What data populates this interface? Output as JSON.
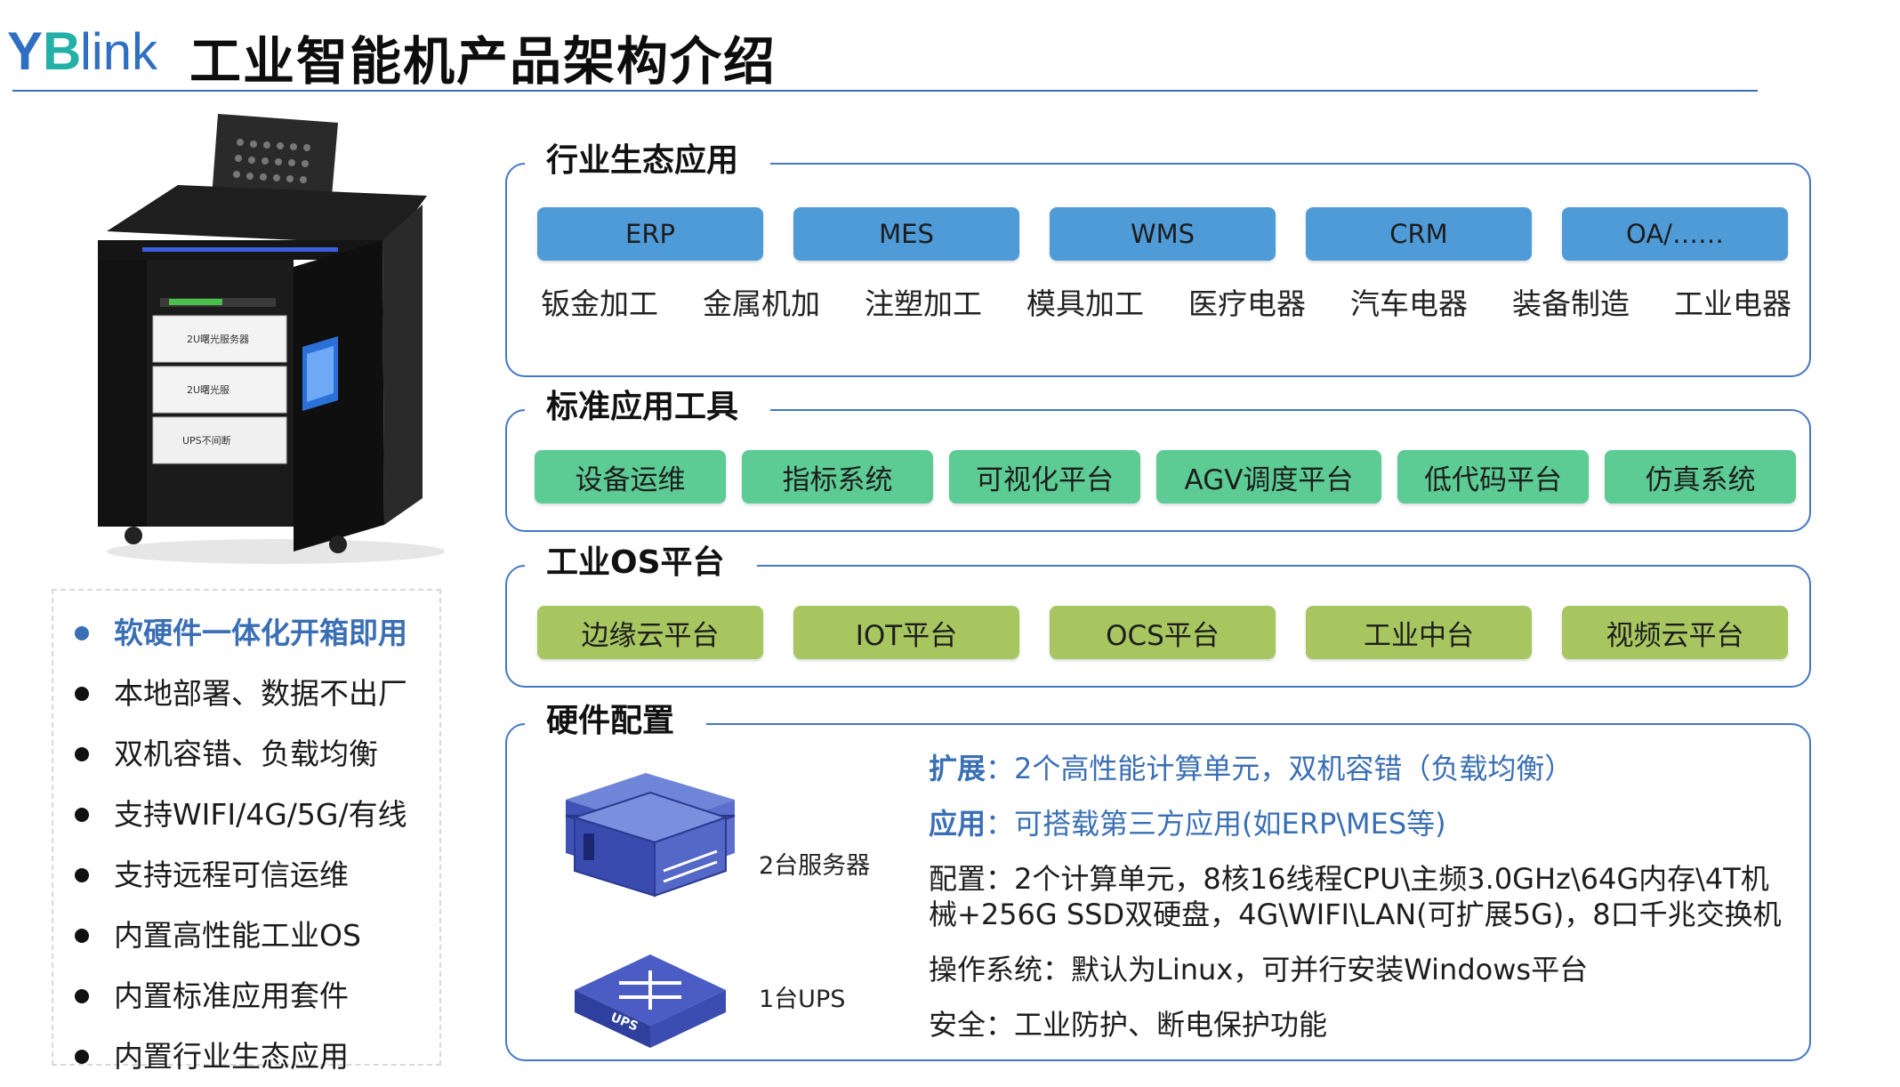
{
  "header": {
    "logo_text": "YBlink",
    "title": "工业智能机产品架构介绍"
  },
  "features": [
    "软硬件一体化开箱即用",
    "本地部署、数据不出厂",
    "双机容错、负载均衡",
    "支持WIFI/4G/5G/有线",
    "支持远程可信运维",
    "内置高性能工业OS",
    "内置标准应用套件",
    "内置行业生态应用"
  ],
  "product_labels": [
    "2U曙光服务器",
    "2U曙光服",
    "UPS不间断"
  ],
  "sections": {
    "industry": {
      "title": "行业生态应用",
      "apps": [
        "ERP",
        "MES",
        "WMS",
        "CRM",
        "OA/……"
      ],
      "industries": [
        "钣金加工",
        "金属机加",
        "注塑加工",
        "模具加工",
        "医疗电器",
        "汽车电器",
        "装备制造",
        "工业电器"
      ]
    },
    "tools": {
      "title": "标准应用工具",
      "items": [
        "设备运维",
        "指标系统",
        "可视化平台",
        "AGV调度平台",
        "低代码平台",
        "仿真系统"
      ]
    },
    "os": {
      "title": "工业OS平台",
      "items": [
        "边缘云平台",
        "IOT平台",
        "OCS平台",
        "工业中台",
        "视频云平台"
      ]
    },
    "hardware": {
      "title": "硬件配置",
      "server_label": "2台服务器",
      "ups_label": "1台UPS",
      "ups_icon_text": "UPS",
      "expand_key": "扩展",
      "expand_value": "：2个高性能计算单元，双机容错（负载均衡）",
      "apply_key": "应用",
      "apply_value": "：可搭载第三方应用(如ERP\\MES等)",
      "config_line1": "配置：2个计算单元，8核16线程CPU\\主频3.0GHz\\64G内存\\4T机",
      "config_line2": "械+256G SSD双硬盘，4G\\WIFI\\LAN(可扩展5G)，8口千兆交换机",
      "os_line": "操作系统：默认为Linux，可并行安装Windows平台",
      "safety_line": "安全：工业防护、断电保护功能"
    }
  },
  "colors": {
    "accent": "#3a6fb5",
    "section_border": "#4477c4",
    "app_blue": "#4e9bd8",
    "tool_green": "#5ccb94",
    "os_olive": "#a8c660"
  }
}
